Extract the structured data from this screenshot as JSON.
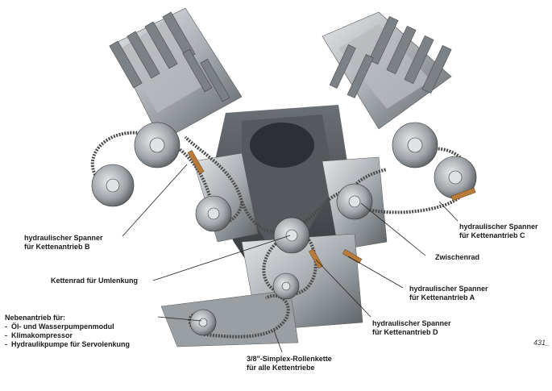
{
  "labels": {
    "spanner_b": [
      "hydraulischer Spanner",
      "für Kettenantrieb B"
    ],
    "spanner_c": [
      "hydraulischer Spanner",
      "für Kettenantrieb C"
    ],
    "zwischenrad": "Zwischenrad",
    "umlenkung": "Kettenrad für Umlenkung",
    "spanner_a": [
      "hydraulischer Spanner",
      "für Kettenantrieb A"
    ],
    "spanner_d": [
      "hydraulischer Spanner",
      "für Kettenantrieb D"
    ],
    "nebenantrieb": {
      "title": "Nebenantrieb für:",
      "items": [
        "Öl- und Wasserpumpenmodul",
        "Klimakompressor",
        "Hydraulikpumpe für Servolenkung"
      ]
    },
    "kette": [
      "3/8\"-Simplex-Rollenkette",
      "für alle Kettentriebe"
    ]
  },
  "figure_number": "431_",
  "colors": {
    "metal_light": "#c9ccd0",
    "metal_mid": "#8d9297",
    "metal_dark": "#3c4045",
    "chain": "#5a5a5a",
    "leader": "#222222"
  }
}
